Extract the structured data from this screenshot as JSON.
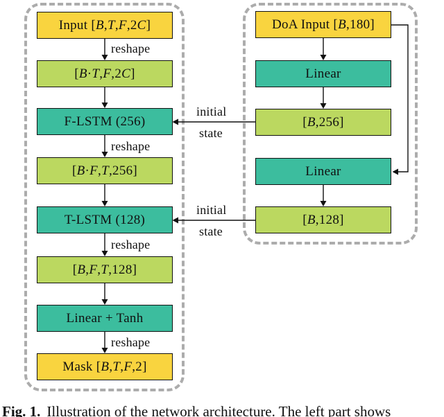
{
  "palette": {
    "io_yellow": "#f9d43f",
    "shape_green": "#bbd860",
    "layer_teal": "#3cbd9e",
    "dash_gray": "#acacac",
    "line_black": "#111111"
  },
  "left_group": {
    "boxes": [
      {
        "label": "Input [*B*,*T*,*F*,2*C*]",
        "type": "io"
      },
      {
        "label": "[*B*·*T*,*F*,2*C*]",
        "type": "shape"
      },
      {
        "label": "F-LSTM (256)",
        "type": "layer"
      },
      {
        "label": "[*B*·*F*,*T*,256]",
        "type": "shape"
      },
      {
        "label": "T-LSTM (128)",
        "type": "layer"
      },
      {
        "label": "[*B*,*F*,*T*,128]",
        "type": "shape"
      },
      {
        "label": "Linear + Tanh",
        "type": "layer"
      },
      {
        "label": "Mask [*B*,*T*,*F*,2]",
        "type": "io"
      }
    ],
    "reshape_labels": [
      "reshape",
      "reshape",
      "reshape",
      "reshape"
    ]
  },
  "right_group": {
    "boxes": [
      {
        "label": "DoA Input [*B*,180]",
        "type": "io"
      },
      {
        "label": "Linear",
        "type": "layer"
      },
      {
        "label": "[*B*,256]",
        "type": "shape"
      },
      {
        "label": "Linear",
        "type": "layer"
      },
      {
        "label": "[*B*,128]",
        "type": "shape"
      }
    ]
  },
  "connections": {
    "initial_state_1": {
      "line1": "initial",
      "line2": "state"
    },
    "initial_state_2": {
      "line1": "initial",
      "line2": "state"
    }
  },
  "caption": {
    "fig_label": "Fig. 1.",
    "text": "Illustration of the network architecture. The left part shows"
  }
}
